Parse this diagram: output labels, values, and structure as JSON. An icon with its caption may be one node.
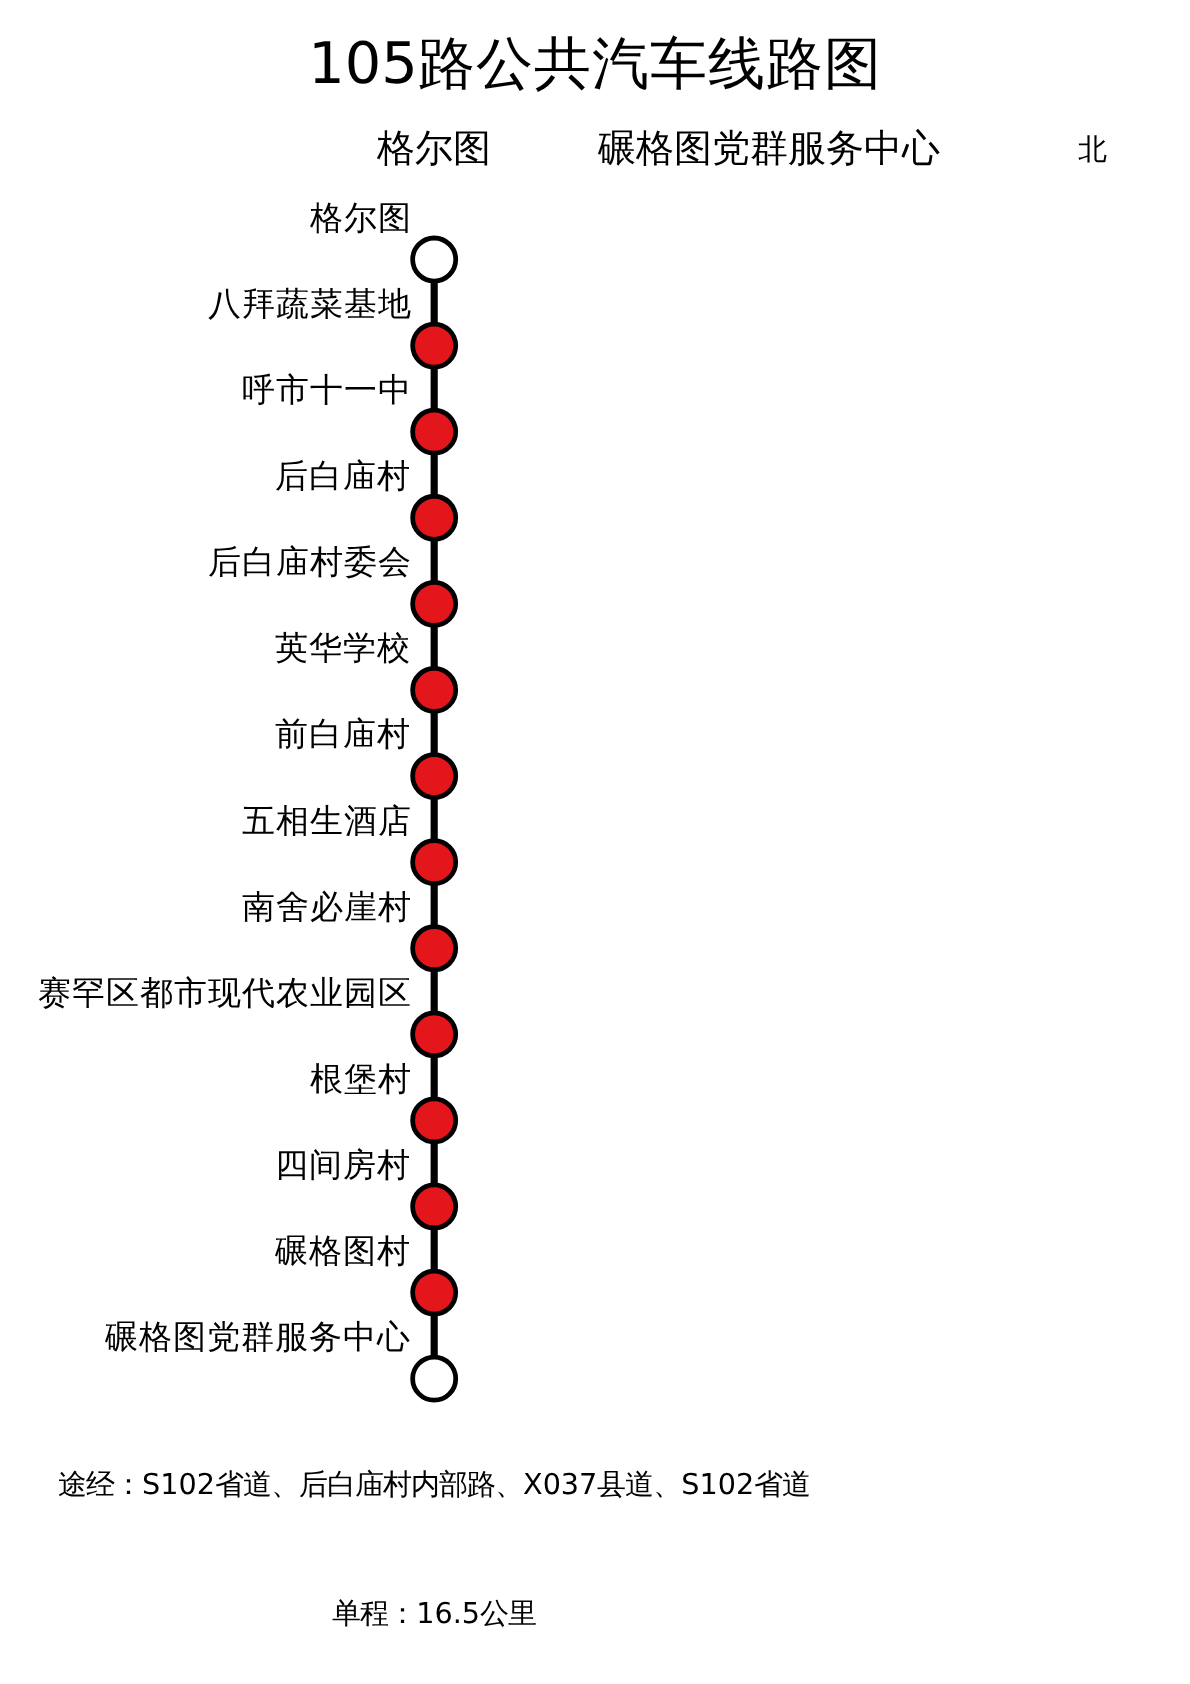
{
  "diagram": {
    "title": "105路公共汽车线路图",
    "nodes": [
      {
        "text": [],
        "shape": "circle",
        "beside": [
          "格尔图"
        ]
      },
      {
        "text": [],
        "shape": "circle",
        "beside": [
          "八拜蔬菜基地"
        ]
      },
      {
        "text": [],
        "shape": "circle",
        "beside": [
          "呼市十一中"
        ]
      },
      {
        "text": [],
        "shape": "circle",
        "beside": [
          "后白庙村"
        ]
      },
      {
        "text": [],
        "shape": "circle",
        "beside": [
          "后白庙村委会"
        ]
      },
      {
        "text": [],
        "shape": "circle",
        "beside": [
          "英华学校"
        ]
      },
      {
        "text": [],
        "shape": "circle",
        "beside": [
          "前白庙村"
        ]
      },
      {
        "text": [],
        "shape": "circle",
        "beside": [
          "五相生酒店"
        ]
      },
      {
        "text": [],
        "shape": "circle",
        "beside": [
          "南舍必崖村"
        ]
      },
      {
        "text": [],
        "shape": "circle",
        "beside": [
          "赛罕区都市现代农业园区"
        ]
      },
      {
        "text": [],
        "shape": "circle",
        "beside": [
          "根堡村"
        ]
      },
      {
        "text": [],
        "shape": "circle",
        "beside": [
          "四间房村"
        ]
      },
      {
        "text": [],
        "shape": "circle",
        "beside": [
          "碾格图村"
        ]
      },
      {
        "text": [],
        "shape": "circle",
        "beside": [
          "碾格图党群服务中心"
        ]
      }
    ],
    "edges": [
      {
        "from": 0,
        "to": 1,
        "arrow": "none"
      },
      {
        "from": 1,
        "to": 2,
        "arrow": "none"
      },
      {
        "from": 2,
        "to": 3,
        "arrow": "none"
      },
      {
        "from": 3,
        "to": 4,
        "arrow": "none"
      },
      {
        "from": 4,
        "to": 5,
        "arrow": "none"
      },
      {
        "from": 5,
        "to": 6,
        "arrow": "none"
      },
      {
        "from": 6,
        "to": 7,
        "arrow": "none"
      },
      {
        "from": 7,
        "to": 8,
        "arrow": "none"
      },
      {
        "from": 8,
        "to": 9,
        "arrow": "none"
      },
      {
        "from": 9,
        "to": 10,
        "arrow": "none"
      },
      {
        "from": 10,
        "to": 11,
        "arrow": "none"
      },
      {
        "from": 11,
        "to": 12,
        "arrow": "none"
      },
      {
        "from": 12,
        "to": 13,
        "arrow": "none"
      }
    ],
    "labels": [
      "格尔图",
      "碾格图党群服务中心",
      "北",
      "途经：S102省道、后白庙村内部路、X037县道、S102省道",
      "单程：16.5公里"
    ]
  }
}
